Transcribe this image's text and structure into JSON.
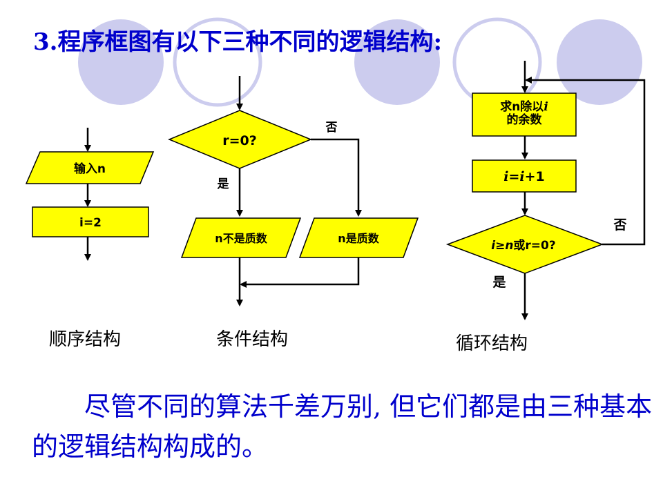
{
  "slide": {
    "title": "3.程序框图有以下三种不同的逻辑结构:",
    "body_text": "尽管不同的算法千差万别, 但它们都是由三种基本的逻辑结构构成的。"
  },
  "colors": {
    "shape_fill": "#ffff00",
    "shape_stroke": "#000000",
    "title_color": "#0000cc",
    "decor_circle": "#ccccee"
  },
  "sequence": {
    "input_label": "输入n",
    "process_label": "i=2",
    "caption": "顺序结构"
  },
  "conditional": {
    "condition_label": "r=0?",
    "yes_label": "是",
    "no_label": "否",
    "left_output": "n不是质数",
    "right_output": "n是质数",
    "caption": "条件结构"
  },
  "loop": {
    "process1_line1_prefix": "求n除以",
    "process1_line1_var": "i",
    "process1_line2": "的余数",
    "process2_var1": "i",
    "process2_rest": "=",
    "process2_var2": "i",
    "process2_tail": "+1",
    "condition_var1": "i",
    "condition_mid": "≥",
    "condition_var2": "n",
    "condition_tail": "或r=0?",
    "yes_label": "是",
    "no_label": "否",
    "caption": "循环结构"
  }
}
